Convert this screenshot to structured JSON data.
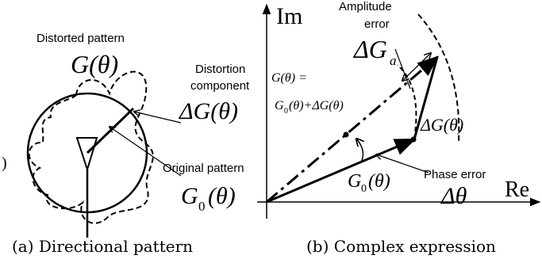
{
  "panel_a": {
    "labels": {
      "distorted_pattern": "Distorted pattern",
      "distorted_symbol": "G(θ)",
      "distortion_component": "Distortion",
      "distortion_component_2": "component",
      "distortion_symbol": "ΔG(θ)",
      "original_pattern": "Original pattern",
      "original_symbol_main": "G",
      "original_symbol_sub": "0",
      "original_symbol_arg": "(θ)"
    },
    "caption": "(a) Directional pattern"
  },
  "panel_b": {
    "labels": {
      "axis_im": "Im",
      "axis_re": "Re",
      "amplitude_error_1": "Amplitude",
      "amplitude_error_2": "error",
      "amplitude_symbol_main": "ΔG",
      "amplitude_symbol_sub": "a",
      "sum_eq_line1": "G(θ) =",
      "sum_eq_line2": "G",
      "sum_eq_line2_sub": "0",
      "sum_eq_line2_rest": "(θ)+ΔG(θ)",
      "delta_g": "ΔG(θ)",
      "g0_main": "G",
      "g0_sub": "0",
      "g0_arg": "(θ)",
      "phase_error": "Phase error",
      "phase_symbol": "Δθ"
    },
    "caption": "(b) Complex expression"
  },
  "stray_mark": ")"
}
